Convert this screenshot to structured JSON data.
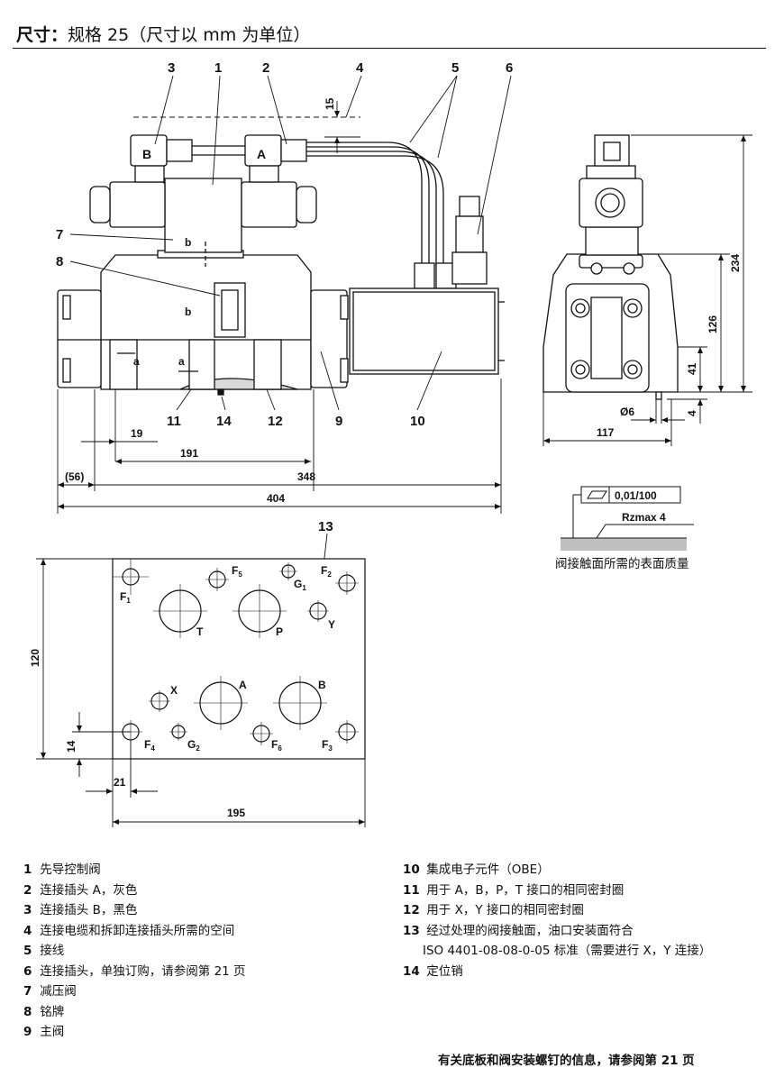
{
  "title": {
    "prefix": "尺寸：",
    "text": "规格 25（尺寸以 mm 为单位）"
  },
  "callouts": {
    "c1": "1",
    "c2": "2",
    "c3": "3",
    "c4": "4",
    "c5": "5",
    "c6": "6",
    "c7": "7",
    "c8": "8",
    "c9": "9",
    "c10": "10",
    "c11": "11",
    "c12": "12",
    "c13": "13",
    "c14": "14"
  },
  "plug_letters": {
    "a": "A",
    "b": "B"
  },
  "section_marks": {
    "a": "a",
    "b": "b"
  },
  "dimensions": {
    "d15": "15",
    "d19": "19",
    "d191": "191",
    "d56": "(56)",
    "d348": "348",
    "d404": "404",
    "d234": "234",
    "d126": "126",
    "d41": "41",
    "d4": "4",
    "d6": "Ø6",
    "d117": "117",
    "d120": "120",
    "d14": "14",
    "d21": "21",
    "d195": "195"
  },
  "surface": {
    "tolerance": "0,01/100",
    "roughness": "Rzmax  4",
    "caption": "阀接触面所需的表面质量"
  },
  "port_labels": {
    "F1": "F",
    "F1s": "1",
    "F2": "F",
    "F2s": "2",
    "F3": "F",
    "F3s": "3",
    "F4": "F",
    "F4s": "4",
    "F5": "F",
    "F5s": "5",
    "F6": "F",
    "F6s": "6",
    "G1": "G",
    "G1s": "1",
    "G2": "G",
    "G2s": "2",
    "T": "T",
    "P": "P",
    "A": "A",
    "B": "B",
    "X": "X",
    "Y": "Y"
  },
  "legend_left": [
    {
      "num": "1",
      "text": "先导控制阀"
    },
    {
      "num": "2",
      "text": "连接插头 A，灰色"
    },
    {
      "num": "3",
      "text": "连接插头 B，黑色"
    },
    {
      "num": "4",
      "text": "连接电缆和拆卸连接插头所需的空间"
    },
    {
      "num": "5",
      "text": "接线"
    },
    {
      "num": "6",
      "text": "连接插头，单独订购，请参阅第 21 页"
    },
    {
      "num": "7",
      "text": "减压阀"
    },
    {
      "num": "8",
      "text": "铭牌"
    },
    {
      "num": "9",
      "text": "主阀"
    }
  ],
  "legend_right": [
    {
      "num": "10",
      "text": "集成电子元件（OBE）"
    },
    {
      "num": "11",
      "text": "用于 A，B，P，T 接口的相同密封圈"
    },
    {
      "num": "12",
      "text": "用于 X，Y 接口的相同密封圈"
    },
    {
      "num": "13",
      "text": "经过处理的阀接触面，油口安装面符合",
      "cont": "ISO 4401-08-08-0-05 标准（需要进行 X，Y 连接）"
    },
    {
      "num": "14",
      "text": "定位销"
    }
  ],
  "footer": "有关底板和阀安装螺钉的信息，请参阅第 21 页",
  "colors": {
    "line": "#111111",
    "shade": "#d9d9d9",
    "surface": "#bfbfbf",
    "accent": "#e8e8e8"
  }
}
